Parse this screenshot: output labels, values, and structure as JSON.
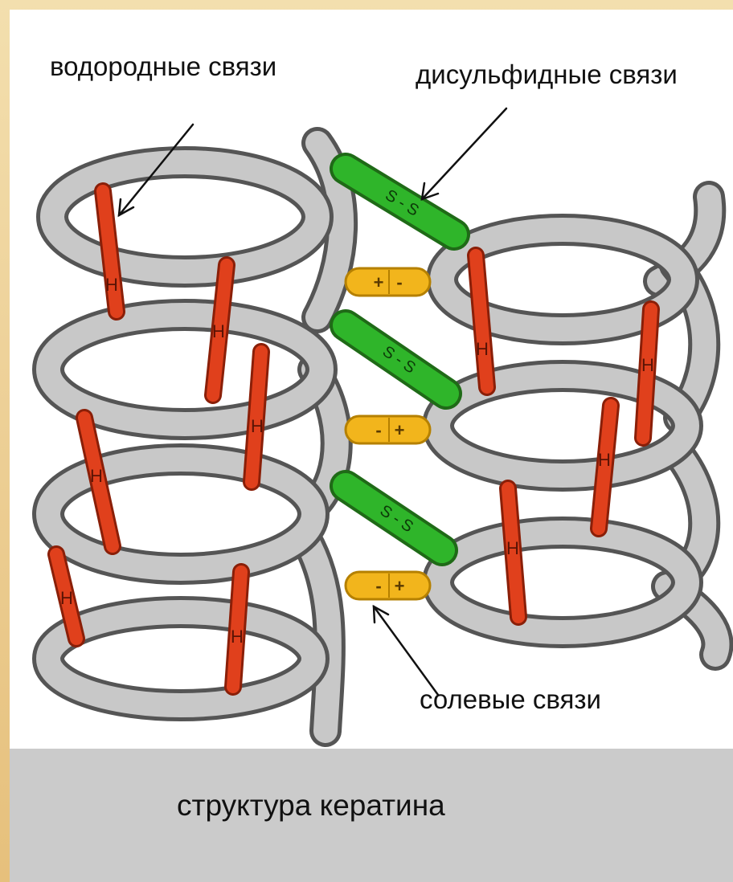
{
  "labels": {
    "hydrogen_bonds": "водородные связи",
    "disulfide_bonds": "дисульфидные связи",
    "salt_bonds": "солевые связи",
    "caption": "структура кератина"
  },
  "bond_marks": {
    "hydrogen": "H",
    "disulfide": "S - S",
    "salt_pairs": [
      [
        "+",
        "-"
      ],
      [
        "-",
        "+"
      ],
      [
        "-",
        "+"
      ]
    ]
  },
  "colors": {
    "helix_fill": "#c8c8c8",
    "helix_outline": "#555555",
    "hydrogen_bond": "#e0401c",
    "disulfide_bond": "#2fb52a",
    "salt_bond": "#f2b51c",
    "caption_bar": "#cbcbcb",
    "slide_border": "#eed29a"
  }
}
